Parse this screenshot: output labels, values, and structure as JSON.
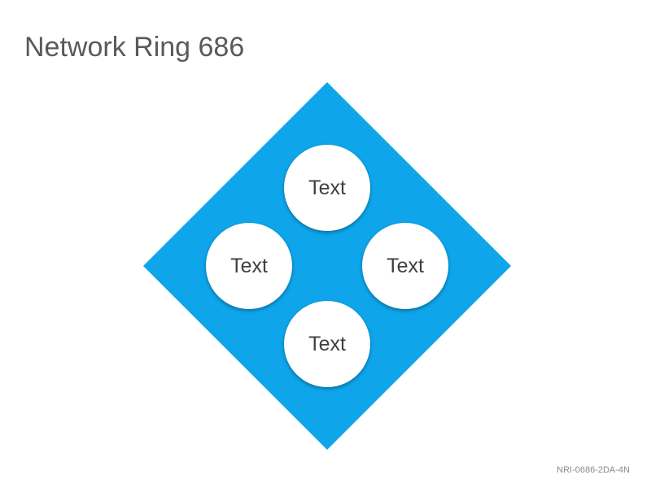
{
  "title": "Network Ring 686",
  "colors": {
    "diamond_fill": "#0ea5ea",
    "node_fill": "#ffffff",
    "title_text": "#5a5a5a",
    "node_text": "#404040"
  },
  "nodes": {
    "top": "Text",
    "left": "Text",
    "right": "Text",
    "bottom": "Text"
  },
  "footer_code": "NRI-0686-2DA-4N"
}
